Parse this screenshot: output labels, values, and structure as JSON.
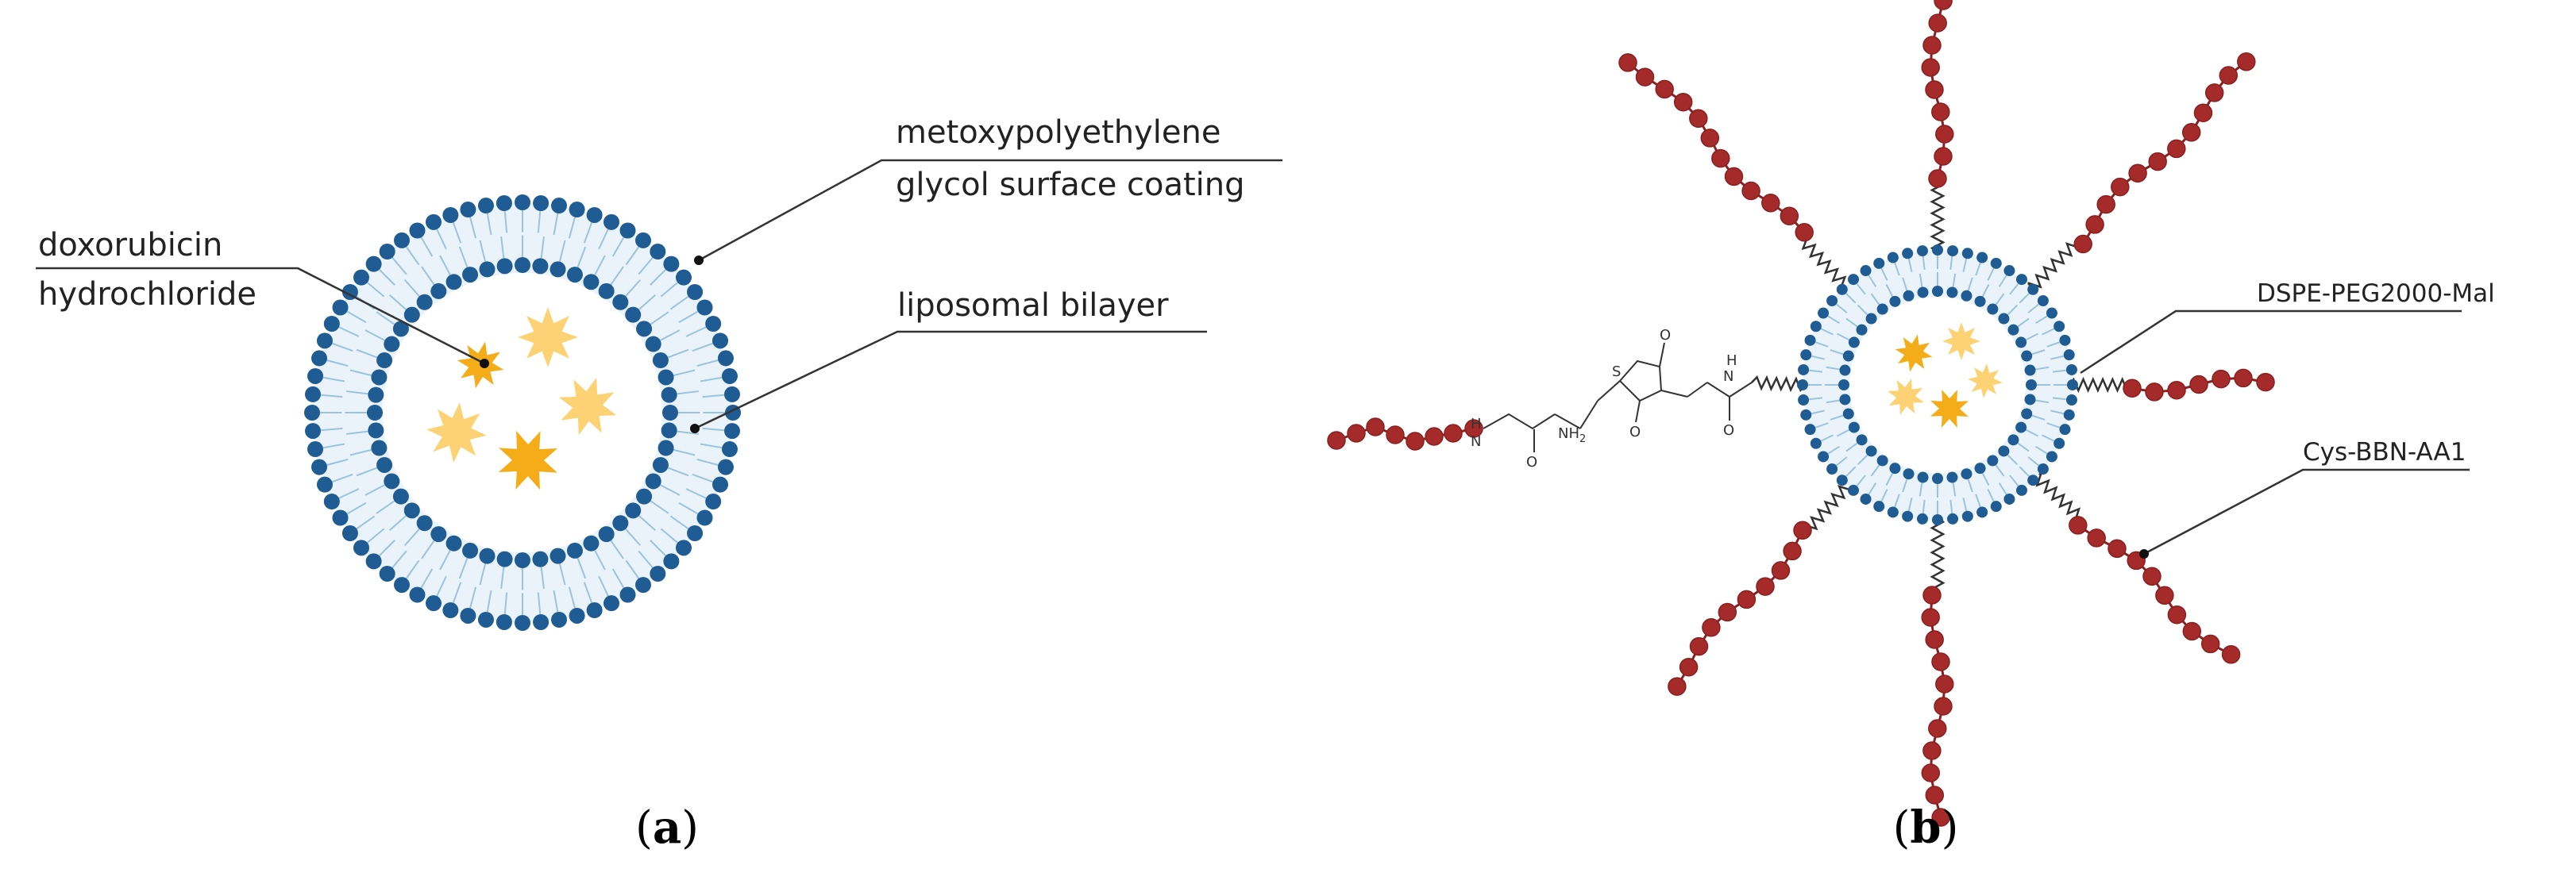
{
  "colors": {
    "head": "#1f5c93",
    "head_dark": "#17497a",
    "tail": "#9cc3dc",
    "inner_fill": "#ffffff",
    "drug_dark": "#f4ad18",
    "drug_light": "#fdd274",
    "peptide": "#a52b2b",
    "peptide_dark": "#8a1f1f",
    "line": "#333333"
  },
  "panel_a": {
    "label_doxorubicin_1": "doxorubicin",
    "label_doxorubicin_2": "hydrochloride",
    "label_peg_1": "metoxypolyethylene",
    "label_peg_2": "glycol surface coating",
    "label_bilayer": "liposomal bilayer",
    "caption_open": "(",
    "caption_letter": "a",
    "caption_close": ")"
  },
  "panel_b": {
    "label_dspe": "DSPE-PEG2000-Mal",
    "label_cys": "Cys-BBN-AA1",
    "chem_h_left": "H",
    "chem_n_left": "N",
    "chem_nh2": "NH",
    "chem_nh2_sub": "2",
    "chem_s": "S",
    "chem_o_top": "O",
    "chem_o_mid": "O",
    "chem_o_left": "O",
    "chem_o_right": "O",
    "chem_h_right": "H",
    "chem_n_right": "N",
    "caption_open": "(",
    "caption_letter": "b",
    "caption_close": ")"
  }
}
